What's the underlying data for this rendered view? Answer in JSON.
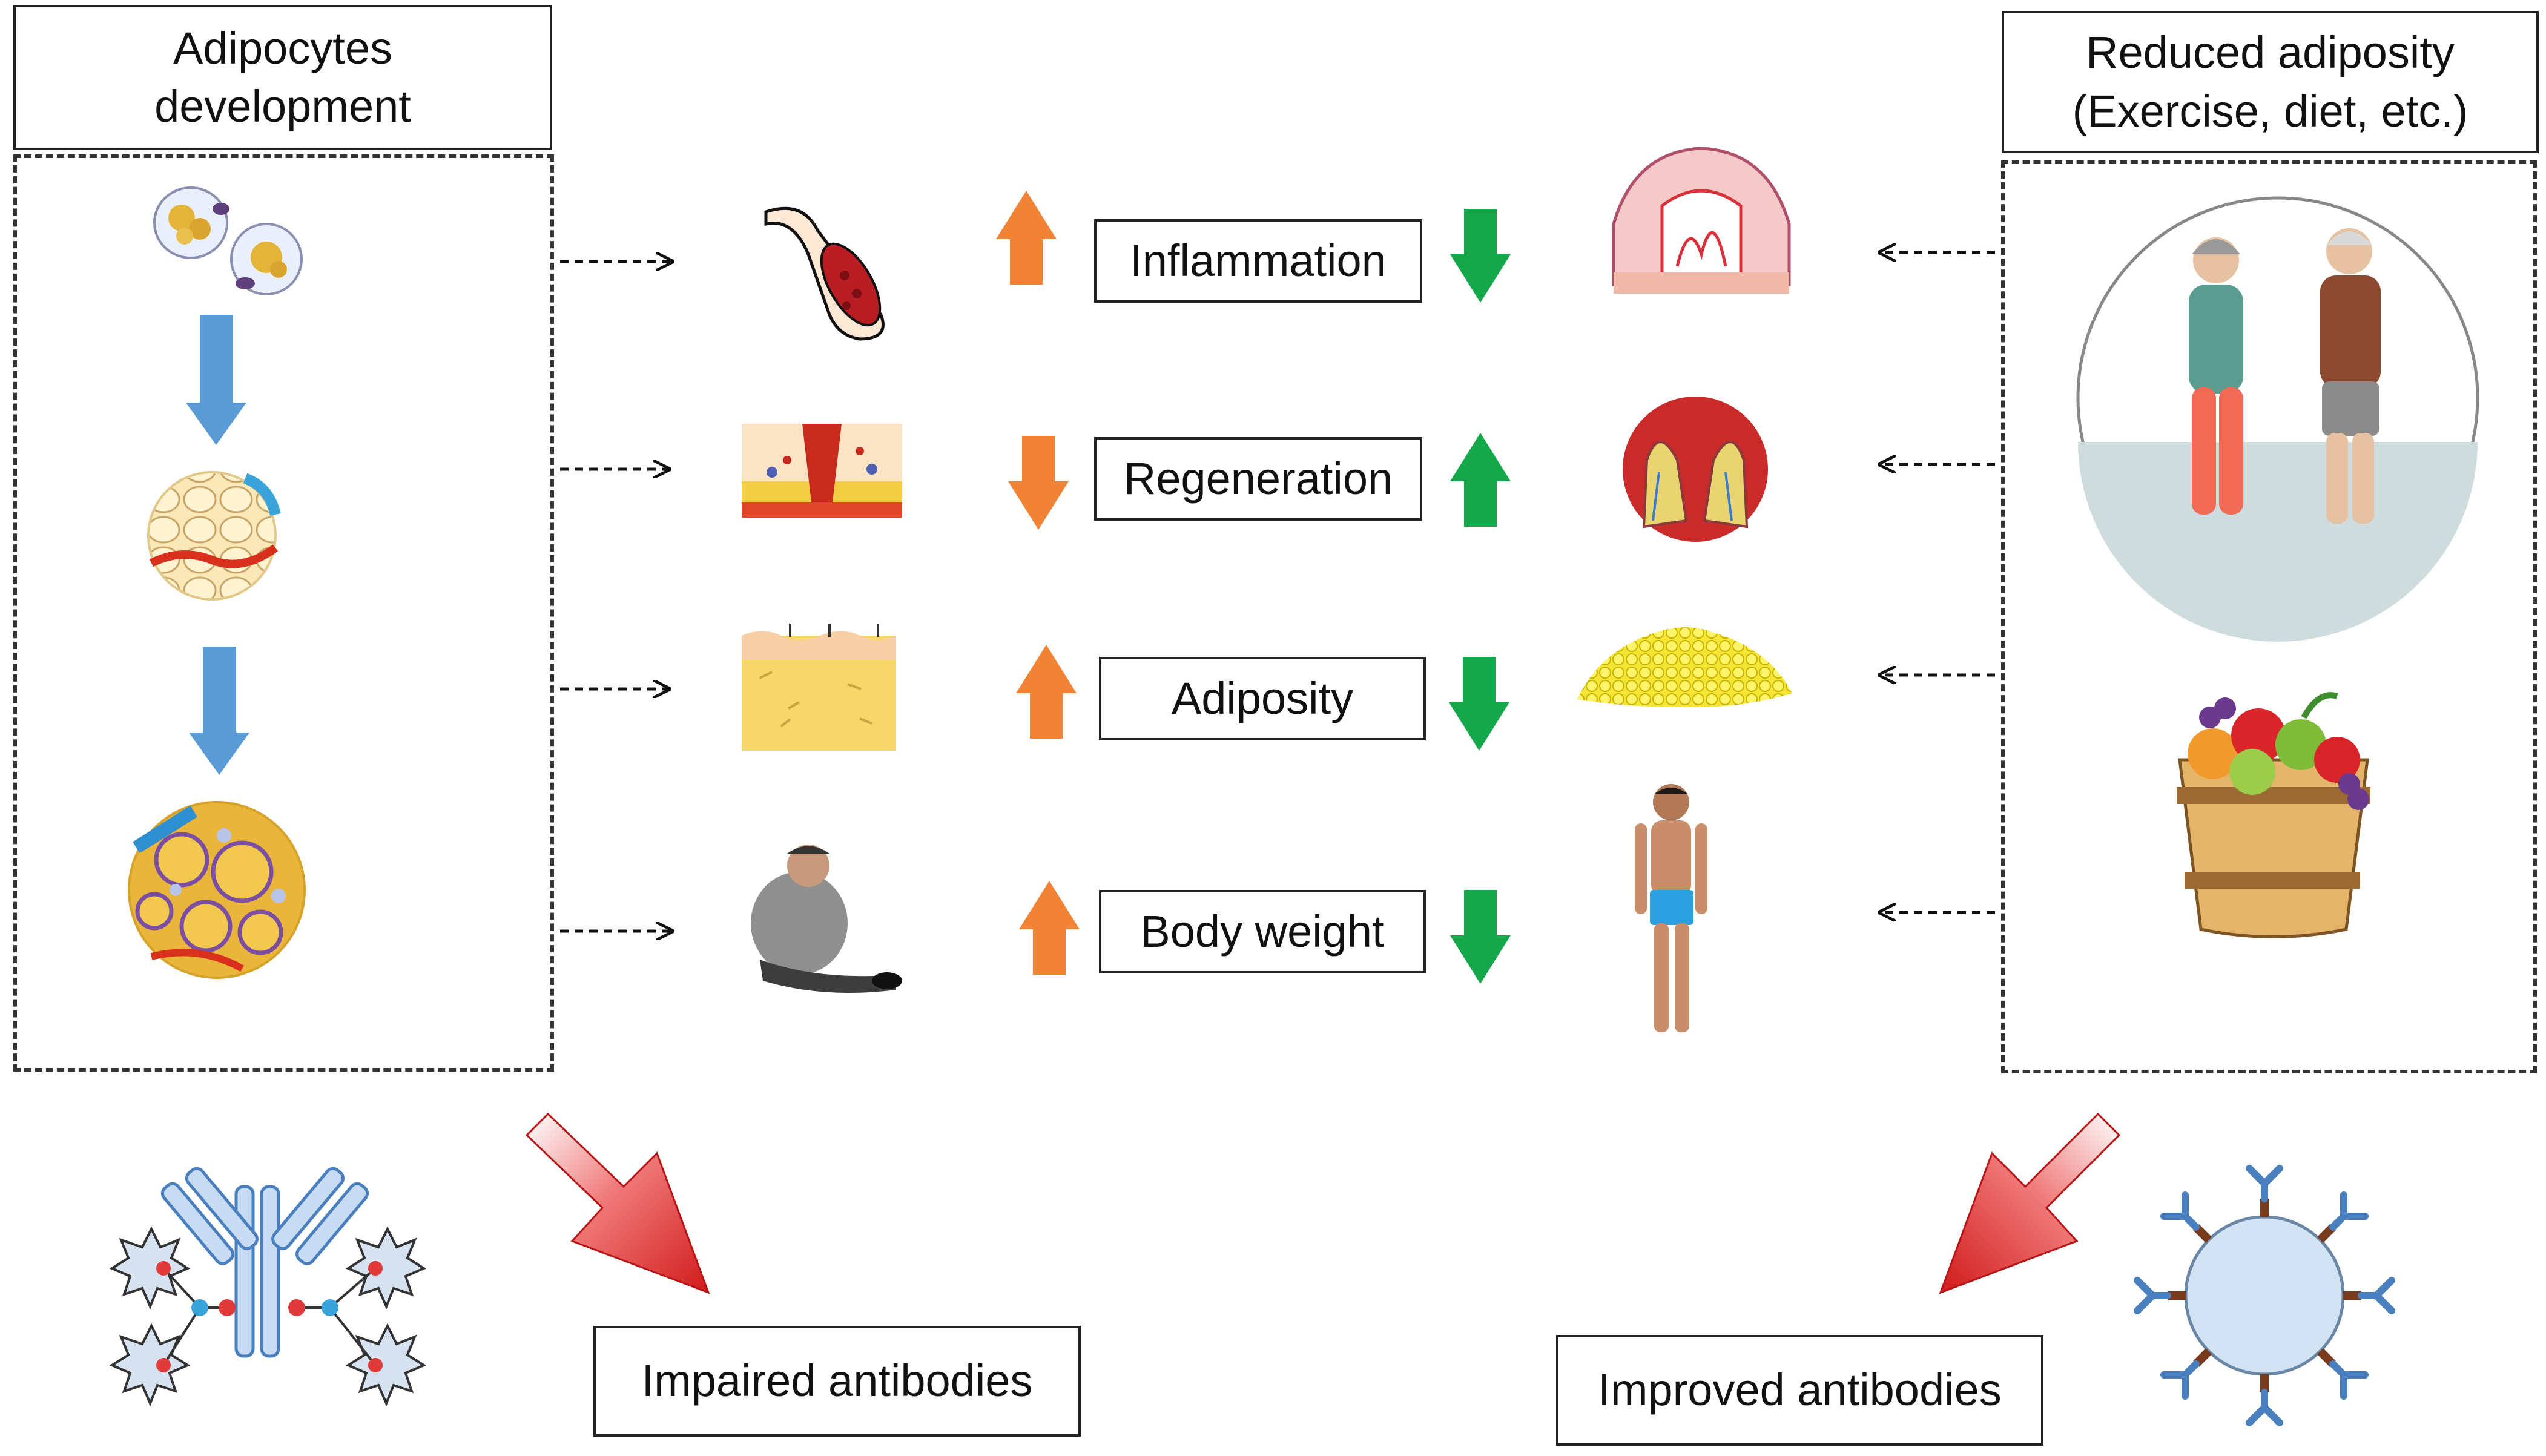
{
  "left_panel": {
    "title_line1": "Adipocytes",
    "title_line2": "development"
  },
  "right_panel": {
    "title_line1": "Reduced adiposity",
    "title_line2": "(Exercise, diet, etc.)"
  },
  "rows": [
    {
      "label": "Inflammation",
      "left_trend": "up",
      "right_trend": "down"
    },
    {
      "label": "Regeneration",
      "left_trend": "down",
      "right_trend": "up"
    },
    {
      "label": "Adiposity",
      "left_trend": "up",
      "right_trend": "down"
    },
    {
      "label": "Body weight",
      "left_trend": "up",
      "right_trend": "down"
    }
  ],
  "outcomes": {
    "left": "Impaired antibodies",
    "right": "Improved antibodies"
  },
  "colors": {
    "increase_arrow": "#F08336",
    "decrease_arrow": "#14A84A",
    "dev_arrow": "#5B9BD5",
    "outcome_arrow": "#D81E1E"
  }
}
